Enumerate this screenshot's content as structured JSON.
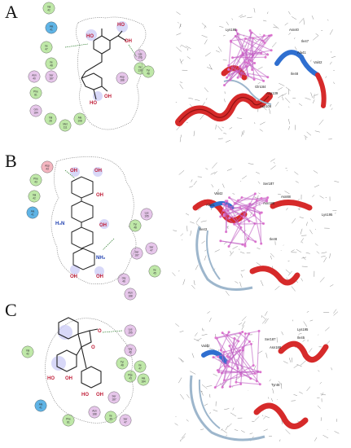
{
  "panels": [
    {
      "letter": "A",
      "residues": [
        {
          "name": "Val",
          "num": "42",
          "color": "#bfe8a8"
        },
        {
          "name": "Ala",
          "num": "41",
          "color": "#5fb4e6"
        },
        {
          "name": "Ile",
          "num": "47",
          "color": "#bfe8a8"
        },
        {
          "name": "Ile",
          "num": "48",
          "color": "#bfe8a8"
        },
        {
          "name": "Asn",
          "num": "40",
          "color": "#e6c6ea"
        },
        {
          "name": "Ser",
          "num": "187",
          "color": "#e6c6ea"
        },
        {
          "name": "Phe",
          "num": "81",
          "color": "#bfe8a8"
        },
        {
          "name": "Gln",
          "num": "184",
          "color": "#e6c6ea"
        },
        {
          "name": "Val",
          "num": "28",
          "color": "#bfe8a8"
        },
        {
          "name": "Met",
          "num": "111",
          "color": "#bfe8a8"
        },
        {
          "name": "Ala",
          "num": "108",
          "color": "#bfe8a8"
        },
        {
          "name": "Asp",
          "num": "188",
          "color": "#e6c6ea"
        },
        {
          "name": "Ile",
          "num": "139",
          "color": "#bfe8a8"
        },
        {
          "name": "Lys",
          "num": "195",
          "color": "#e6c6ea"
        },
        {
          "name": "Tyr",
          "num": "48",
          "color": "#bfe8a8"
        }
      ],
      "protein_labels": [
        "Lys195",
        "Asn40",
        "Ile47",
        "Ala41",
        "Val42",
        "Ile48",
        "Gln184",
        "Asp139",
        "Asn108"
      ]
    },
    {
      "letter": "B",
      "residues": [
        {
          "name": "Asp",
          "num": "43",
          "color": "#f4b6c0"
        },
        {
          "name": "Phe",
          "num": "43",
          "color": "#bfe8a8"
        },
        {
          "name": "Val",
          "num": "42",
          "color": "#bfe8a8"
        },
        {
          "name": "Ala",
          "num": "41",
          "color": "#5fb4e6"
        },
        {
          "name": "Lys",
          "num": "195",
          "color": "#e6c6ea"
        },
        {
          "name": "Tyr",
          "num": "48",
          "color": "#bfe8a8"
        },
        {
          "name": "Ser",
          "num": "47",
          "color": "#e6c6ea"
        },
        {
          "name": "Ser",
          "num": "187",
          "color": "#e6c6ea"
        },
        {
          "name": "Ile",
          "num": "45",
          "color": "#bfe8a8"
        },
        {
          "name": "Gly",
          "num": "46",
          "color": "#e6c6ea"
        },
        {
          "name": "Asn",
          "num": "188",
          "color": "#e6c6ea"
        }
      ],
      "protein_labels": [
        "Val42",
        "Ala41",
        "Asn88",
        "Lys195",
        "Ile43",
        "Ile48",
        "Ser187",
        "Asn188"
      ]
    },
    {
      "letter": "C",
      "residues": [
        {
          "name": "Val",
          "num": "42",
          "color": "#bfe8a8"
        },
        {
          "name": "Lys",
          "num": "195",
          "color": "#e6c6ea"
        },
        {
          "name": "Gly",
          "num": "46",
          "color": "#e6c6ea"
        },
        {
          "name": "Tyr",
          "num": "48",
          "color": "#bfe8a8"
        },
        {
          "name": "Ile",
          "num": "47",
          "color": "#bfe8a8"
        },
        {
          "name": "Phe",
          "num": "43",
          "color": "#bfe8a8"
        },
        {
          "name": "Ala",
          "num": "184",
          "color": "#bfe8a8"
        },
        {
          "name": "Ala",
          "num": "41",
          "color": "#5fb4e6"
        },
        {
          "name": "Phe",
          "num": "81",
          "color": "#bfe8a8"
        },
        {
          "name": "Ser",
          "num": "187",
          "color": "#e6c6ea"
        },
        {
          "name": "Asn",
          "num": "188",
          "color": "#e6c6ea"
        },
        {
          "name": "Ile",
          "num": "45",
          "color": "#bfe8a8"
        },
        {
          "name": "Ser",
          "num": "47",
          "color": "#e6c6ea"
        }
      ],
      "protein_labels": [
        "Val42",
        "Lys195",
        "Ile45",
        "Ser187",
        "Asn188",
        "Tyr48"
      ]
    }
  ],
  "colors": {
    "helix": "#d62a2a",
    "strand": "#2f6fd0",
    "loop": "#9db6cc",
    "ligand": "#c05fc4"
  }
}
